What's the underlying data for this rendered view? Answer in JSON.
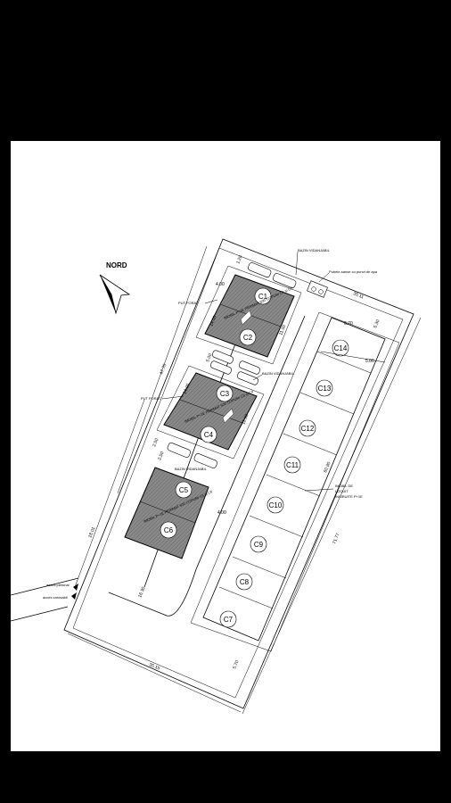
{
  "north_label": "NORD",
  "dimensions": {
    "top_width": "35.11",
    "bottom_width": "35.15",
    "left_upper": "47.70",
    "left_lower": "18.01",
    "right_length": "71.77",
    "strip_length": "60.90",
    "strip_width": "6.70",
    "d_530": "5.30",
    "d_500": "5.00",
    "d_570": "5.70",
    "d_1400a": "14.00",
    "d_1400b": "14.00",
    "d_1100a": "11.00",
    "d_1100b": "11.00",
    "d_400a": "4.00",
    "d_400b": "4.00",
    "d_250a": "2.50",
    "d_250b": "2.50",
    "d_1630": "16.30",
    "d_120": "1.20",
    "d_500b": "5.00"
  },
  "labels": {
    "bazin_1": "BAZIN VIDANJABIL",
    "bazin_2": "BAZIN VIDANJABIL",
    "bazin_3": "BAZIN VIDANJABIL",
    "put_forat_1": "PUT FORAT",
    "put_forat_2": "PUT FORAT",
    "pubele": "Pubele-sanse cu punct de apa",
    "imobil_1": "IMOBIL P+1E PERIMAT 500 COPURI C1 si C2",
    "imobil_2": "IMOBIL P+1E PERIMAT 500 COPURI C3 si C4",
    "imobil_3": "IMOBIL P+1E PERIMAT 500 COPURI C5 si C6",
    "imobil_right_1": "IMOBIL DE",
    "imobil_right_2": "LOCUIT",
    "imobil_right_3": "INSIRUITE P+1E",
    "acces_1": "acces pietonal",
    "acces_2": "acces carosabil"
  },
  "units": {
    "c1": "C1",
    "c2": "C2",
    "c3": "C3",
    "c4": "C4",
    "c5": "C5",
    "c6": "C6",
    "c7": "C7",
    "c8": "C8",
    "c9": "C9",
    "c10": "C10",
    "c11": "C11",
    "c12": "C12",
    "c13": "C13",
    "c14": "C14"
  }
}
